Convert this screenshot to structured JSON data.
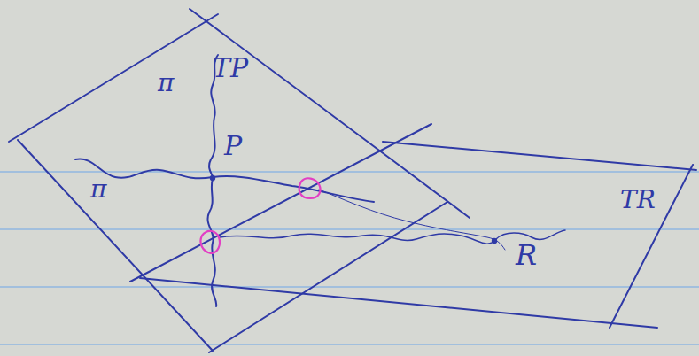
{
  "diagram": {
    "labels": [
      "π",
      "TP",
      "P",
      "π",
      "R",
      "TR"
    ]
  }
}
